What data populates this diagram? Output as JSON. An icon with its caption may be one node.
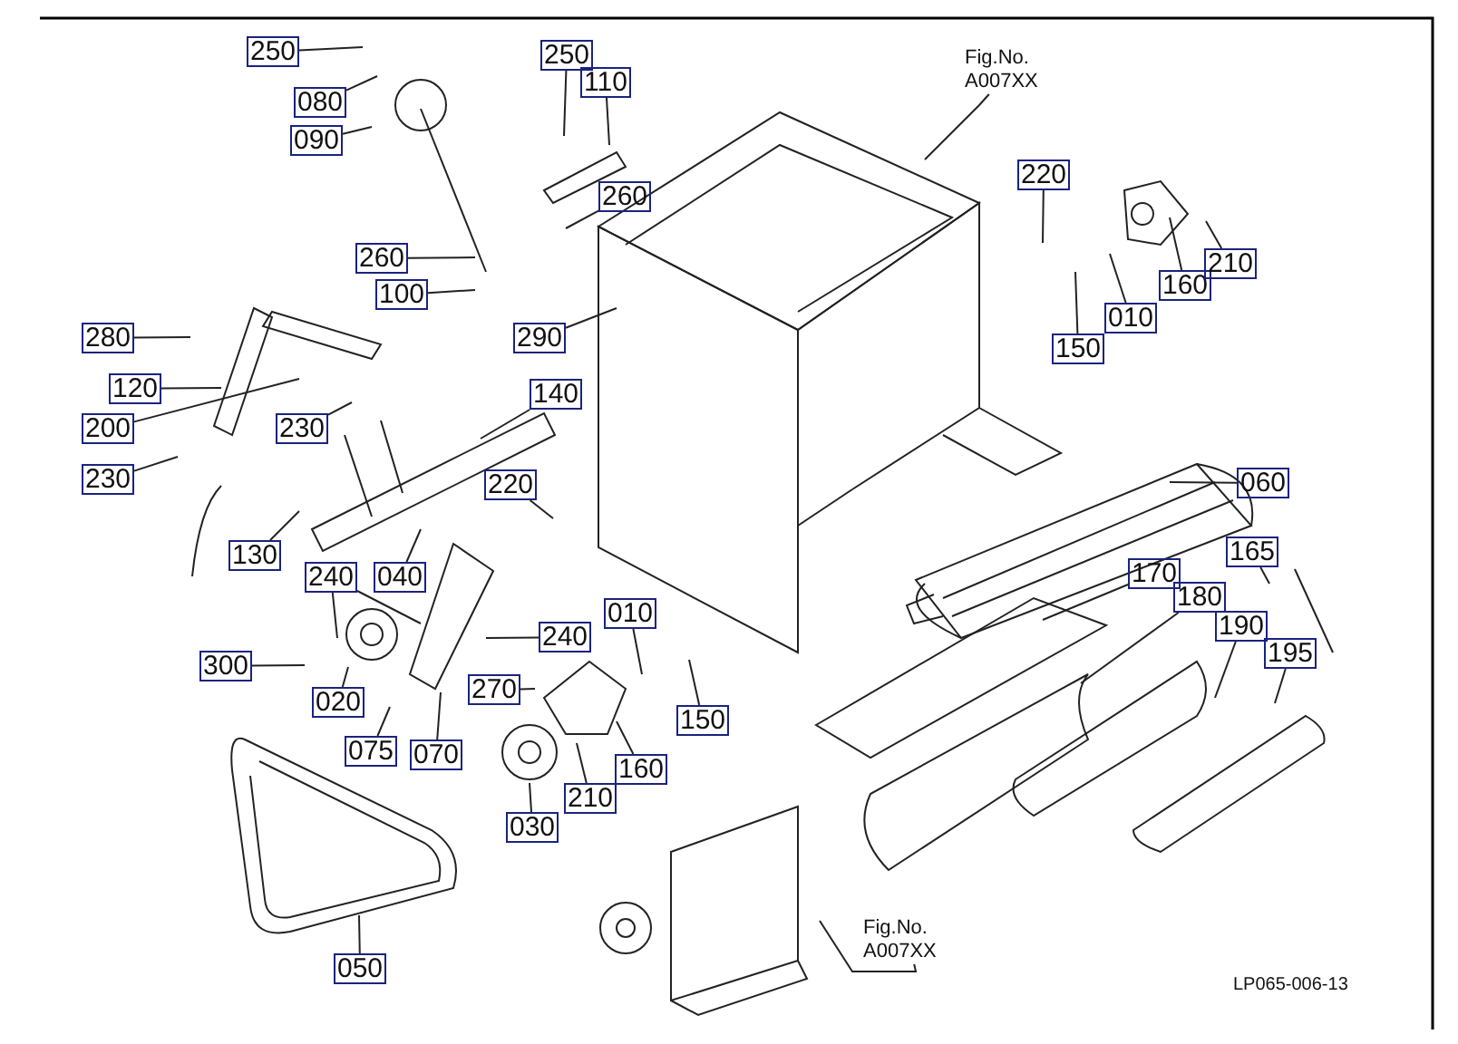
{
  "diagram": {
    "nodes": [
      {
        "text": [
          "250"
        ]
      },
      {
        "text": [
          "080"
        ]
      },
      {
        "text": [
          "090"
        ]
      },
      {
        "text": [
          "250"
        ]
      },
      {
        "text": [
          "110"
        ]
      },
      {
        "text": [
          "260"
        ]
      },
      {
        "text": [
          "260"
        ]
      },
      {
        "text": [
          "100"
        ]
      },
      {
        "text": [
          "290"
        ]
      },
      {
        "text": [
          "280"
        ]
      },
      {
        "text": [
          "120"
        ]
      },
      {
        "text": [
          "200"
        ]
      },
      {
        "text": [
          "230"
        ]
      },
      {
        "text": [
          "140"
        ]
      },
      {
        "text": [
          "230"
        ]
      },
      {
        "text": [
          "220"
        ]
      },
      {
        "text": [
          "130"
        ]
      },
      {
        "text": [
          "040"
        ]
      },
      {
        "text": [
          "240"
        ]
      },
      {
        "text": [
          "300"
        ]
      },
      {
        "text": [
          "020"
        ]
      },
      {
        "text": [
          "075"
        ]
      },
      {
        "text": [
          "070"
        ]
      },
      {
        "text": [
          "270"
        ]
      },
      {
        "text": [
          "240"
        ]
      },
      {
        "text": [
          "010"
        ]
      },
      {
        "text": [
          "150"
        ]
      },
      {
        "text": [
          "030"
        ]
      },
      {
        "text": [
          "210"
        ]
      },
      {
        "text": [
          "160"
        ]
      },
      {
        "text": [
          "220"
        ]
      },
      {
        "text": [
          "010"
        ]
      },
      {
        "text": [
          "150"
        ]
      },
      {
        "text": [
          "160"
        ]
      },
      {
        "text": [
          "210"
        ]
      },
      {
        "text": [
          "060"
        ]
      },
      {
        "text": [
          "165"
        ]
      },
      {
        "text": [
          "170"
        ]
      },
      {
        "text": [
          "180"
        ]
      },
      {
        "text": [
          "190"
        ]
      },
      {
        "text": [
          "195"
        ]
      },
      {
        "text": [
          "050"
        ]
      },
      {
        "text": [
          "Fig.No. A007XX"
        ]
      },
      {
        "text": [
          "Fig.No. A007XX"
        ]
      }
    ],
    "edges": [
      {
        "from": 0,
        "to": null,
        "arrow": "none"
      },
      {
        "from": 1,
        "to": null,
        "arrow": "none"
      },
      {
        "from": 2,
        "to": null,
        "arrow": "none"
      },
      {
        "from": 3,
        "to": null,
        "arrow": "none"
      },
      {
        "from": 4,
        "to": null,
        "arrow": "none"
      },
      {
        "from": 5,
        "to": null,
        "arrow": "none"
      },
      {
        "from": 6,
        "to": null,
        "arrow": "none"
      },
      {
        "from": 7,
        "to": null,
        "arrow": "none"
      },
      {
        "from": 8,
        "to": null,
        "arrow": "none"
      },
      {
        "from": 9,
        "to": null,
        "arrow": "none"
      },
      {
        "from": 10,
        "to": null,
        "arrow": "none"
      },
      {
        "from": 11,
        "to": null,
        "arrow": "none"
      },
      {
        "from": 12,
        "to": null,
        "arrow": "none"
      },
      {
        "from": 13,
        "to": null,
        "arrow": "none"
      },
      {
        "from": 14,
        "to": null,
        "arrow": "none"
      },
      {
        "from": 15,
        "to": null,
        "arrow": "none"
      },
      {
        "from": 16,
        "to": null,
        "arrow": "none"
      },
      {
        "from": 17,
        "to": null,
        "arrow": "none"
      },
      {
        "from": 18,
        "to": null,
        "arrow": "none"
      },
      {
        "from": 18,
        "to": null,
        "arrow": "none"
      },
      {
        "from": 19,
        "to": null,
        "arrow": "none"
      },
      {
        "from": 20,
        "to": null,
        "arrow": "none"
      },
      {
        "from": 21,
        "to": null,
        "arrow": "none"
      },
      {
        "from": 22,
        "to": null,
        "arrow": "none"
      },
      {
        "from": 23,
        "to": null,
        "arrow": "none"
      },
      {
        "from": 24,
        "to": null,
        "arrow": "none"
      },
      {
        "from": 25,
        "to": null,
        "arrow": "none"
      },
      {
        "from": 26,
        "to": null,
        "arrow": "none"
      },
      {
        "from": 27,
        "to": null,
        "arrow": "none"
      },
      {
        "from": 28,
        "to": null,
        "arrow": "none"
      },
      {
        "from": 29,
        "to": null,
        "arrow": "none"
      },
      {
        "from": 30,
        "to": null,
        "arrow": "none"
      },
      {
        "from": 31,
        "to": null,
        "arrow": "none"
      },
      {
        "from": 32,
        "to": null,
        "arrow": "none"
      },
      {
        "from": 33,
        "to": null,
        "arrow": "none"
      },
      {
        "from": 34,
        "to": null,
        "arrow": "none"
      },
      {
        "from": 35,
        "to": null,
        "arrow": "none"
      },
      {
        "from": 36,
        "to": null,
        "arrow": "none"
      },
      {
        "from": 37,
        "to": null,
        "arrow": "none"
      },
      {
        "from": 38,
        "to": null,
        "arrow": "none"
      },
      {
        "from": 39,
        "to": null,
        "arrow": "none"
      },
      {
        "from": 40,
        "to": null,
        "arrow": "none"
      },
      {
        "from": 41,
        "to": null,
        "arrow": "none"
      },
      {
        "from": 42,
        "to": null,
        "arrow": "none"
      },
      {
        "from": 43,
        "to": null,
        "arrow": "none"
      }
    ],
    "labels": [
      "LP065-006-13"
    ]
  }
}
